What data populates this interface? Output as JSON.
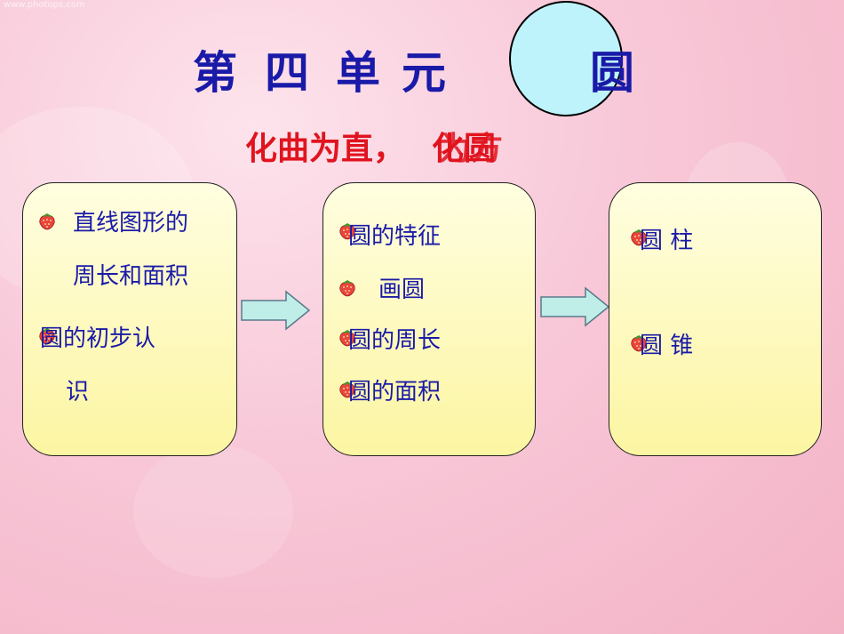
{
  "watermark": "www.photops.com",
  "title": {
    "chars": [
      "第",
      "四",
      "单",
      "元"
    ],
    "circle_char": "圆"
  },
  "subtitle": {
    "main": "化曲为直，",
    "overlap_a": "化圆",
    "overlap_b": "为方"
  },
  "boxes": [
    {
      "items": [
        "直线图形的",
        "周长和面积",
        "圆的初步认",
        "识"
      ]
    },
    {
      "items": [
        "圆的特征",
        "画圆",
        "圆的周长",
        "圆的面积"
      ]
    },
    {
      "items": [
        "圆  柱",
        "圆  锥"
      ]
    }
  ],
  "icons": {
    "bullet": "strawberry-icon",
    "flow_arrow": "right-arrow-icon"
  },
  "colors": {
    "title": "#1a1aa8",
    "subtitle": "#e0141e",
    "box_fill": "#fcf5a2",
    "arrow_fill": "#bfeee8"
  }
}
